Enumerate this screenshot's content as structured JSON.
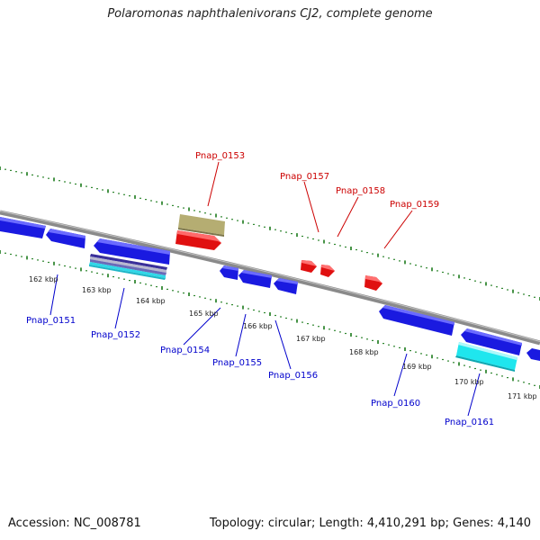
{
  "title": "Polaromonas naphthalenivorans CJ2, complete genome",
  "footer": {
    "accession": "Accession: NC_008781",
    "info": "Topology: circular; Length: 4,410,291 bp; Genes: 4,140"
  },
  "colors": {
    "backbone": "#8a8a8a",
    "tick": "#1a7a1a",
    "forward_gene": "#e01010",
    "reverse_gene": "#1a1ae0",
    "forward_label": "#cc0000",
    "reverse_label": "#0000cc",
    "khaki_feature": "#b5ad72",
    "cyan_feature": "#1fe6ee"
  },
  "kbp_labels": [
    "162 kbp",
    "163 kbp",
    "164 kbp",
    "165 kbp",
    "166 kbp",
    "167 kbp",
    "168 kbp",
    "169 kbp",
    "170 kbp",
    "171 kbp"
  ],
  "forward_labels": [
    "Pnap_0153",
    "Pnap_0157",
    "Pnap_0158",
    "Pnap_0159"
  ],
  "reverse_labels": [
    "Pnap_0151",
    "Pnap_0152",
    "Pnap_0154",
    "Pnap_0155",
    "Pnap_0156",
    "Pnap_0160",
    "Pnap_0161"
  ]
}
